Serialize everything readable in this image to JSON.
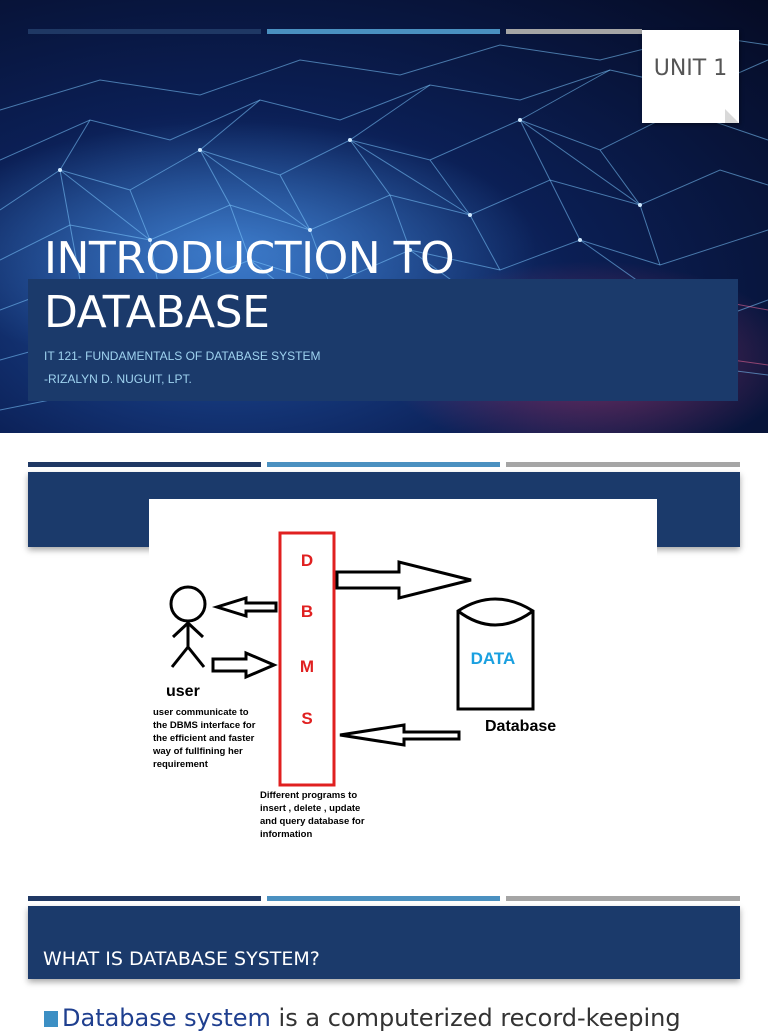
{
  "slide1": {
    "unit_label": "UNIT 1",
    "title": "INTRODUCTION TO DATABASE",
    "subtitle_line1": "IT 121- FUNDAMENTALS OF DATABASE SYSTEM",
    "subtitle_line2": "-RIZALYN D. NUGUIT, LPT."
  },
  "slide2": {
    "dbms_letters": [
      "D",
      "B",
      "M",
      "S"
    ],
    "user_label": "user",
    "user_note": [
      "user communicate to",
      "the DBMS interface for",
      "the efficient and faster",
      "way of fullfining her",
      "requirement"
    ],
    "data_label": "DATA",
    "database_label": "Database",
    "programs_note": [
      "Different programs to",
      "insert , delete , update",
      "and query database for",
      "information"
    ]
  },
  "slide3": {
    "title": "WHAT IS DATABASE SYSTEM?",
    "bullet_link": "Database system",
    "bullet_rest": " is a computerized record-keeping"
  },
  "colors": {
    "header_navy": "#1b3a6b",
    "accent_dark": "#1f3864",
    "accent_light": "#4a90c0",
    "accent_gray": "#a5a5a5",
    "dbms_red": "#e02020",
    "data_blue": "#1aa0e0"
  }
}
